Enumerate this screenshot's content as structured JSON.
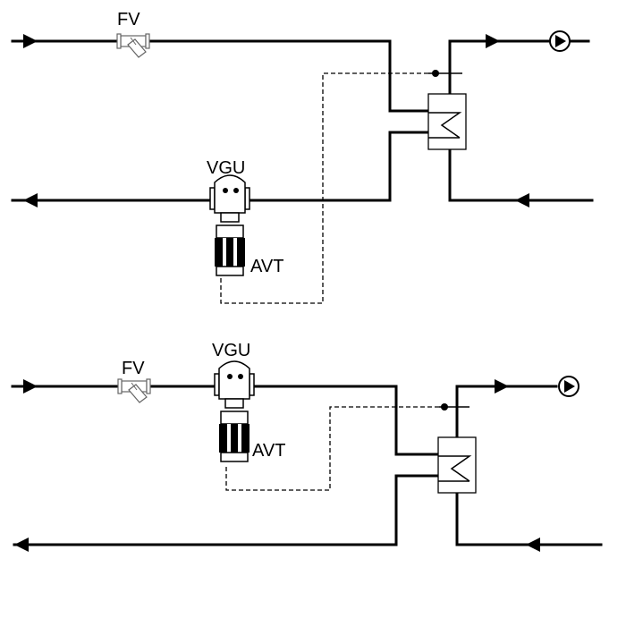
{
  "diagrams": [
    {
      "labels": {
        "strainer": "FV",
        "valve": "VGU",
        "actuator": "AVT"
      }
    },
    {
      "labels": {
        "strainer": "FV",
        "valve": "VGU",
        "actuator": "AVT"
      }
    }
  ],
  "icons": {
    "flow_arrow": "filled-triangle-arrow",
    "pump": "circle-with-triangle",
    "heat_exchanger": "box-with-zigzag-coil",
    "strainer": "y-strainer",
    "valve": "control-valve",
    "actuator": "thermostatic-actuator"
  },
  "colors": {
    "line": "#000000",
    "background": "#ffffff",
    "strainer_outline": "#666666"
  }
}
